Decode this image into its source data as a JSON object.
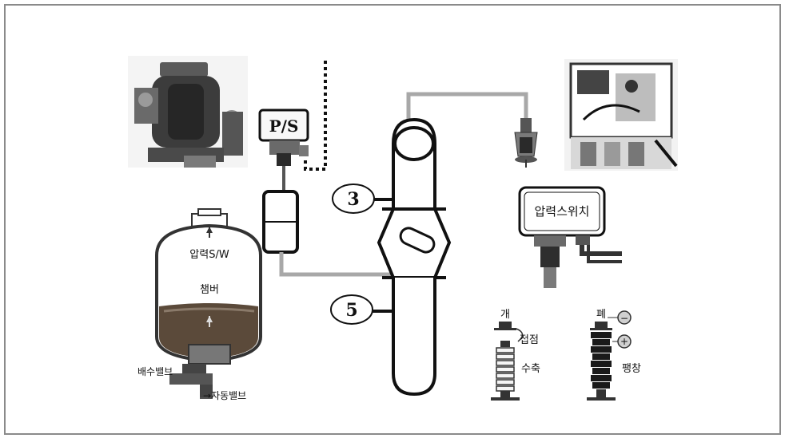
{
  "labels": {
    "ps": "P/S",
    "num_upper": "3",
    "num_lower": "5",
    "pressure_switch": "압력스위치",
    "pressure_sw": "압력S/W",
    "chamber": "챔버",
    "drain_valve": "배수밸브",
    "auto_valve": "→자동밸브",
    "open": "개",
    "closed": "폐",
    "contact": "접점",
    "contraction": "수축",
    "expansion": "팽창",
    "minus": "−",
    "plus": "+"
  },
  "colors": {
    "frame": "#888888",
    "ink": "#111111",
    "pipe_gray": "#a8a8a8",
    "photo_dark": "#3a3a3a",
    "sediment": "#5b4a3a"
  }
}
